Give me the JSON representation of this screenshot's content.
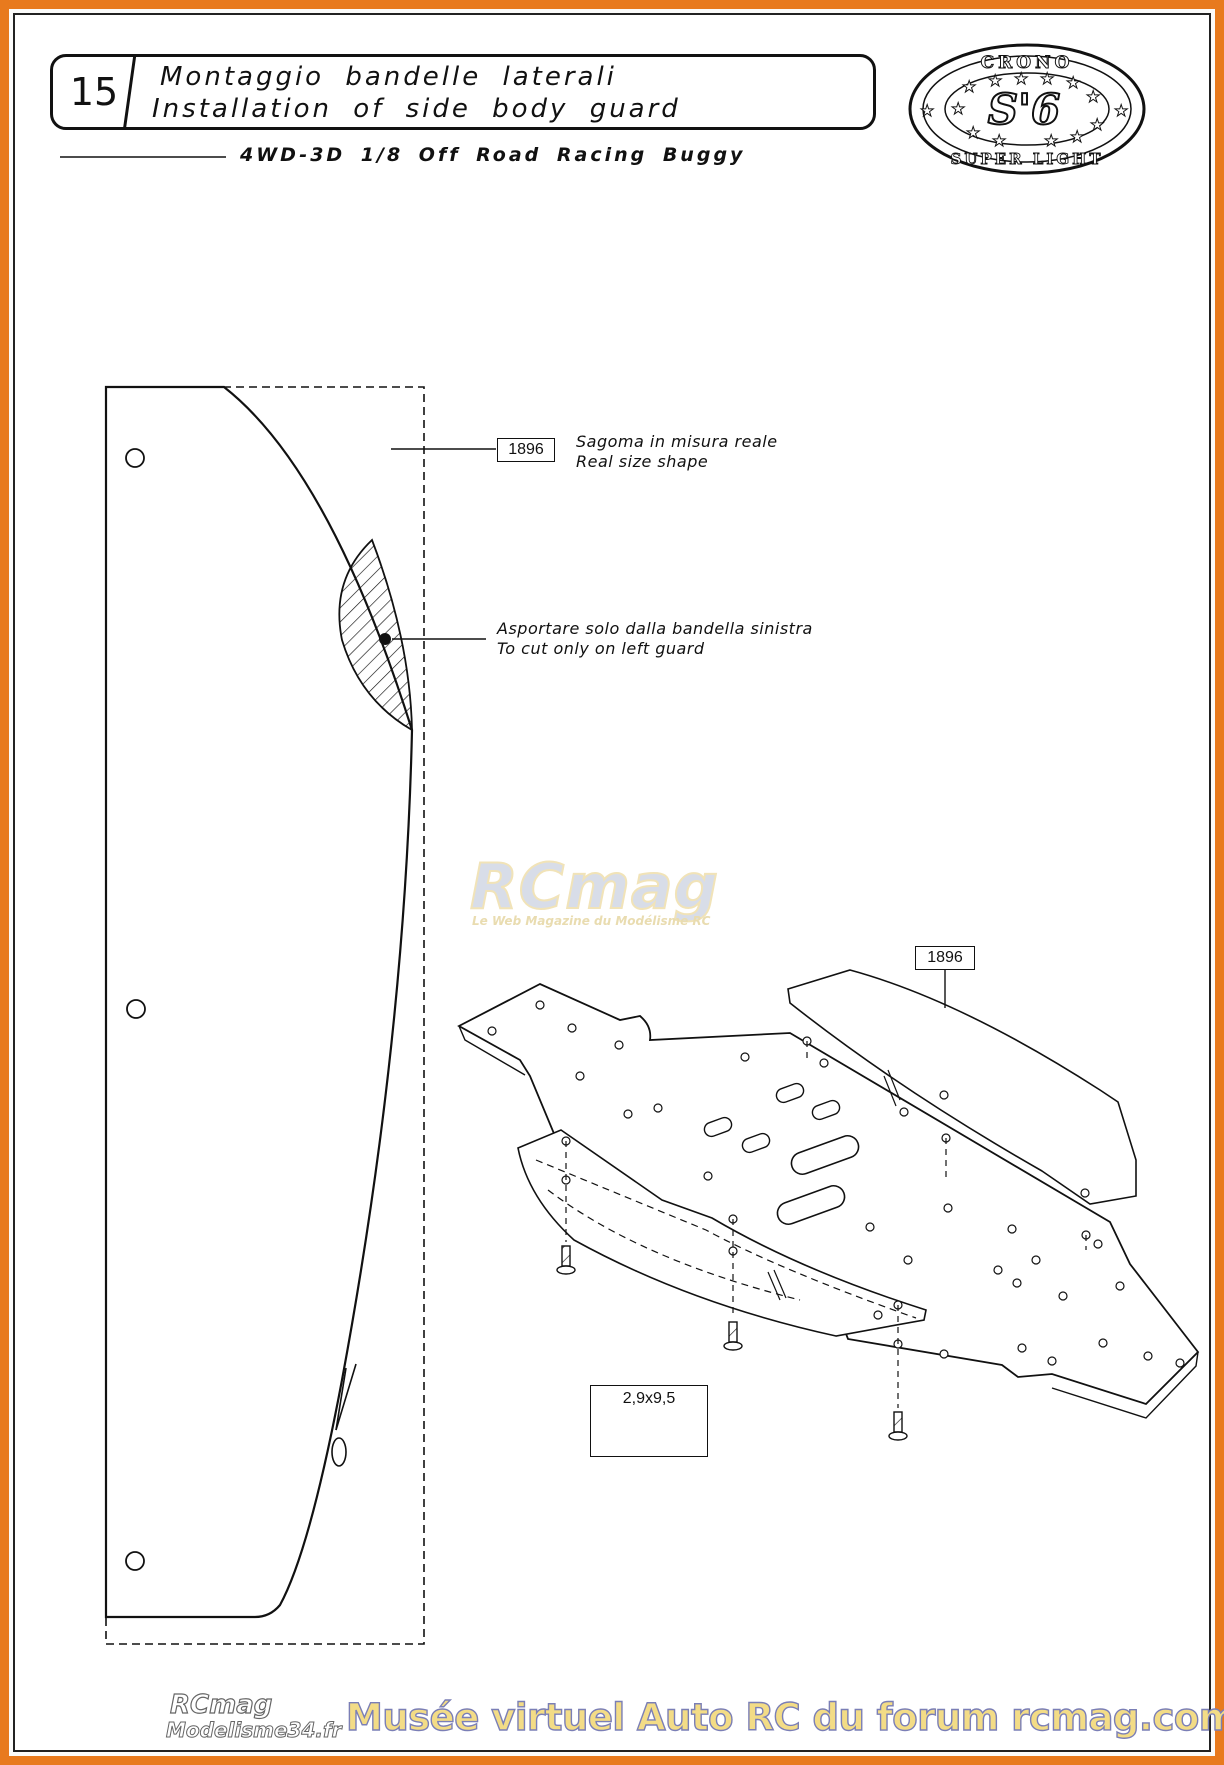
{
  "header": {
    "step_number": "15",
    "title_it": "Montaggio bandelle laterali",
    "title_en": "Installation of side body guard",
    "subtitle": "4WD-3D 1/8 Off Road Racing Buggy",
    "logo": {
      "top_text": "CRONO",
      "center_text": "S'6",
      "bottom_text": "SUPER LIGHT"
    }
  },
  "template": {
    "part_number": "1896",
    "callout_it": "Sagoma in misura reale",
    "callout_en": "Real size shape",
    "cut_it": "Asportare solo dalla bandella sinistra",
    "cut_en": "To cut only on left guard"
  },
  "assembly": {
    "part_number": "1896",
    "screw_label": "2,9x9,5"
  },
  "watermark": {
    "main": "RCmag",
    "tagline": "Le Web Magazine du Modélisme RC"
  },
  "footer": {
    "logo_line1": "RCmag",
    "logo_line2": "Modelisme34.fr",
    "text": "Musée virtuel Auto RC du forum rcmag.com"
  },
  "colors": {
    "frame": "#e87a1e",
    "ink": "#111111",
    "footer_text": "#f3dc86"
  }
}
